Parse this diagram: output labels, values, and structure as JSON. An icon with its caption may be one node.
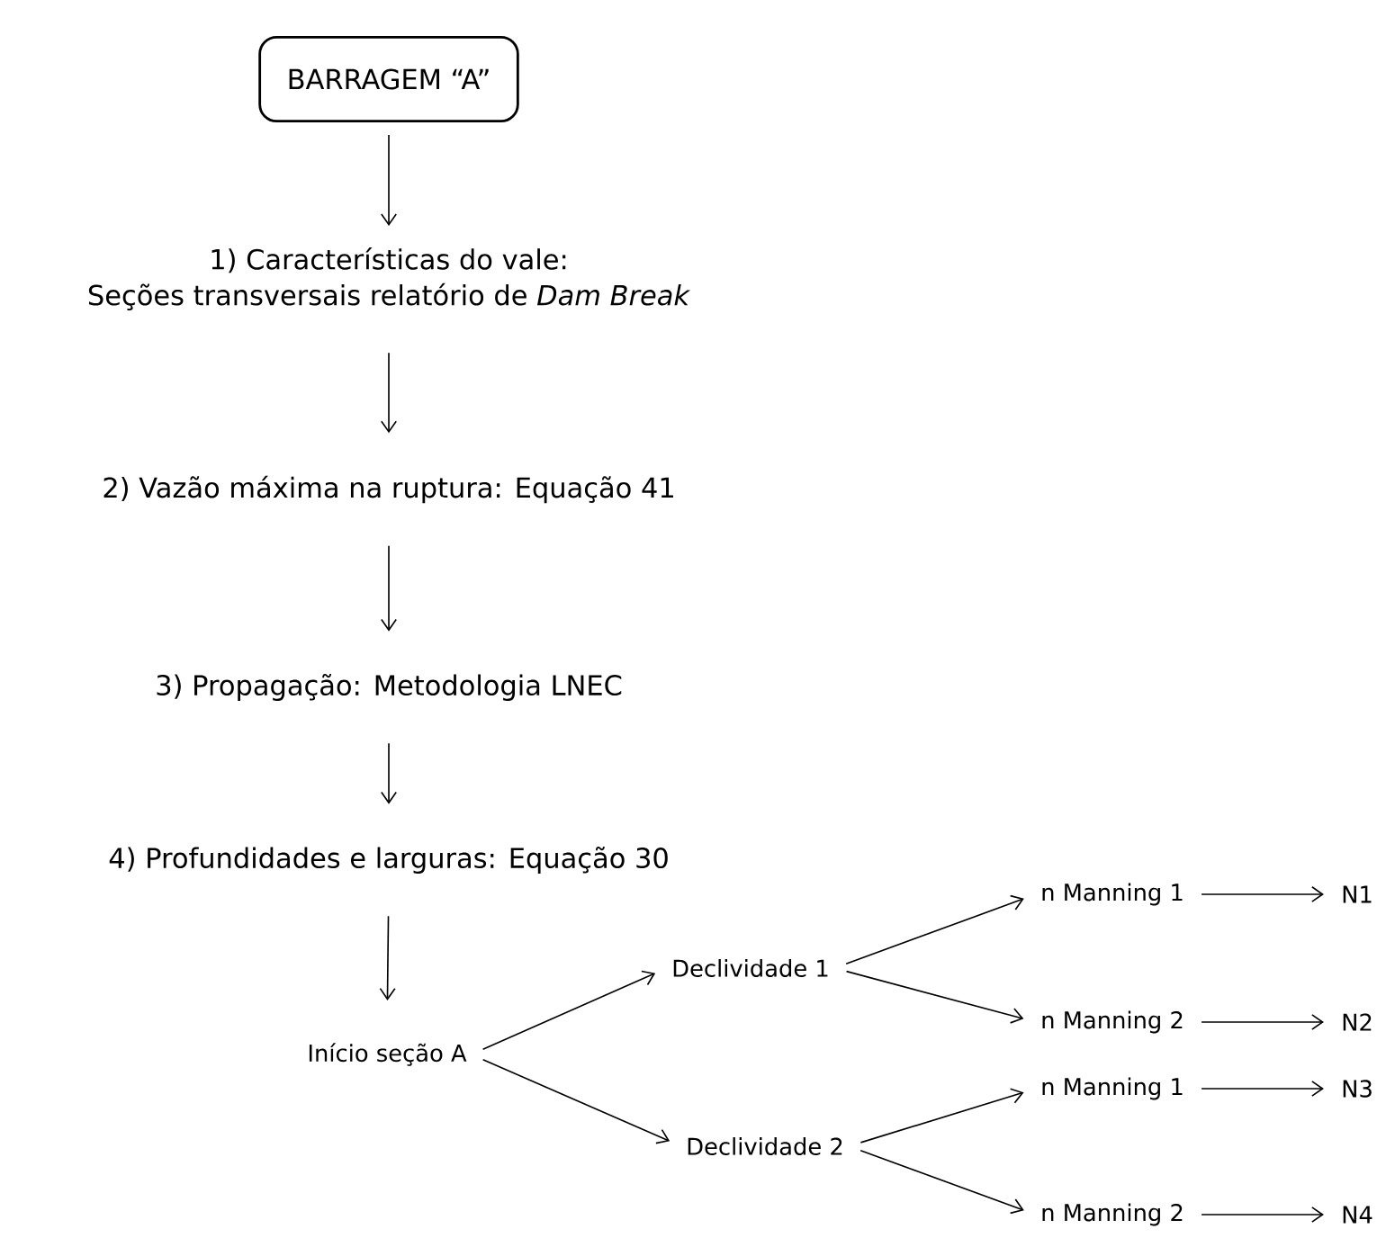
{
  "diagram": {
    "nodes": [
      {
        "text": [
          "BARRAGEM “A”"
        ]
      },
      {
        "text": [
          "1) Características do vale:",
          "Seções transversais relatório de *Dam Break*"
        ]
      },
      {
        "text": [
          "2) Vazão máxima na ruptura: Equação 41"
        ]
      },
      {
        "text": [
          "3) Propagação: Metodologia LNEC"
        ]
      },
      {
        "text": [
          "4) Profundidades e larguras: Equação 30"
        ]
      },
      {
        "text": [
          "Início seção A"
        ]
      },
      {
        "text": [
          "Declividade 1"
        ]
      },
      {
        "text": [
          "Declividade 2"
        ]
      },
      {
        "text": [
          "n Manning 1"
        ]
      },
      {
        "text": [
          "n Manning 2"
        ]
      },
      {
        "text": [
          "n Manning 1"
        ]
      },
      {
        "text": [
          "n Manning 2"
        ]
      },
      {
        "text": [
          "N1"
        ]
      },
      {
        "text": [
          "N2"
        ]
      },
      {
        "text": [
          "N3"
        ]
      },
      {
        "text": [
          "N4"
        ]
      }
    ],
    "edges": [
      {
        "from": 0,
        "to": 1,
        "arrow": "to"
      },
      {
        "from": 1,
        "to": 2,
        "arrow": "to"
      },
      {
        "from": 2,
        "to": 3,
        "arrow": "to"
      },
      {
        "from": 3,
        "to": 4,
        "arrow": "to"
      },
      {
        "from": 4,
        "to": 5,
        "arrow": "to"
      },
      {
        "from": 5,
        "to": 6,
        "arrow": "to"
      },
      {
        "from": 5,
        "to": 7,
        "arrow": "to"
      },
      {
        "from": 6,
        "to": 8,
        "arrow": "to"
      },
      {
        "from": 6,
        "to": 9,
        "arrow": "to"
      },
      {
        "from": 7,
        "to": 10,
        "arrow": "to"
      },
      {
        "from": 7,
        "to": 11,
        "arrow": "to"
      },
      {
        "from": 8,
        "to": 12,
        "arrow": "to"
      },
      {
        "from": 9,
        "to": 13,
        "arrow": "to"
      },
      {
        "from": 10,
        "to": 14,
        "arrow": "to"
      },
      {
        "from": 11,
        "to": 15,
        "arrow": "to"
      }
    ]
  }
}
